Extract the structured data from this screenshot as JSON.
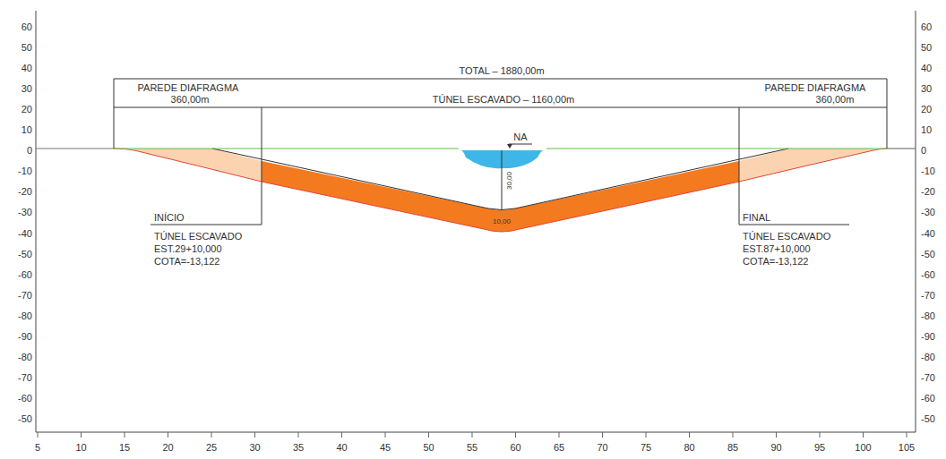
{
  "diagram": {
    "labels": [
      "60",
      "50",
      "40",
      "30",
      "20",
      "10",
      "0",
      "-10",
      "-20",
      "-30",
      "-40",
      "-50",
      "-60",
      "-70",
      "-80",
      "-90",
      "-80",
      "-70",
      "-60",
      "-50",
      "60",
      "50",
      "40",
      "30",
      "20",
      "10",
      "0",
      "-10",
      "-20",
      "-30",
      "-40",
      "-50",
      "-60",
      "-70",
      "-80",
      "-90",
      "-80",
      "-70",
      "-60",
      "-50",
      "5",
      "10",
      "15",
      "20",
      "25",
      "30",
      "35",
      "40",
      "45",
      "50",
      "55",
      "60",
      "65",
      "70",
      "75",
      "80",
      "85",
      "90",
      "95",
      "100",
      "105",
      "TOTAL – 1880,00m",
      "PAREDE DIAFRAGMA",
      "360,00m",
      "TÚNEL ESCAVADO – 1160,00m",
      "PAREDE DIAFRAGMA",
      "360,00m",
      "NA",
      "30,00",
      "10,00",
      "INÍCIO",
      "TÚNEL ESCAVADO",
      "EST.29+10,000",
      "COTA=-13,122",
      "FINAL",
      "TÚNEL ESCAVADO",
      "EST.87+10,000",
      "COTA=-13,122"
    ]
  }
}
